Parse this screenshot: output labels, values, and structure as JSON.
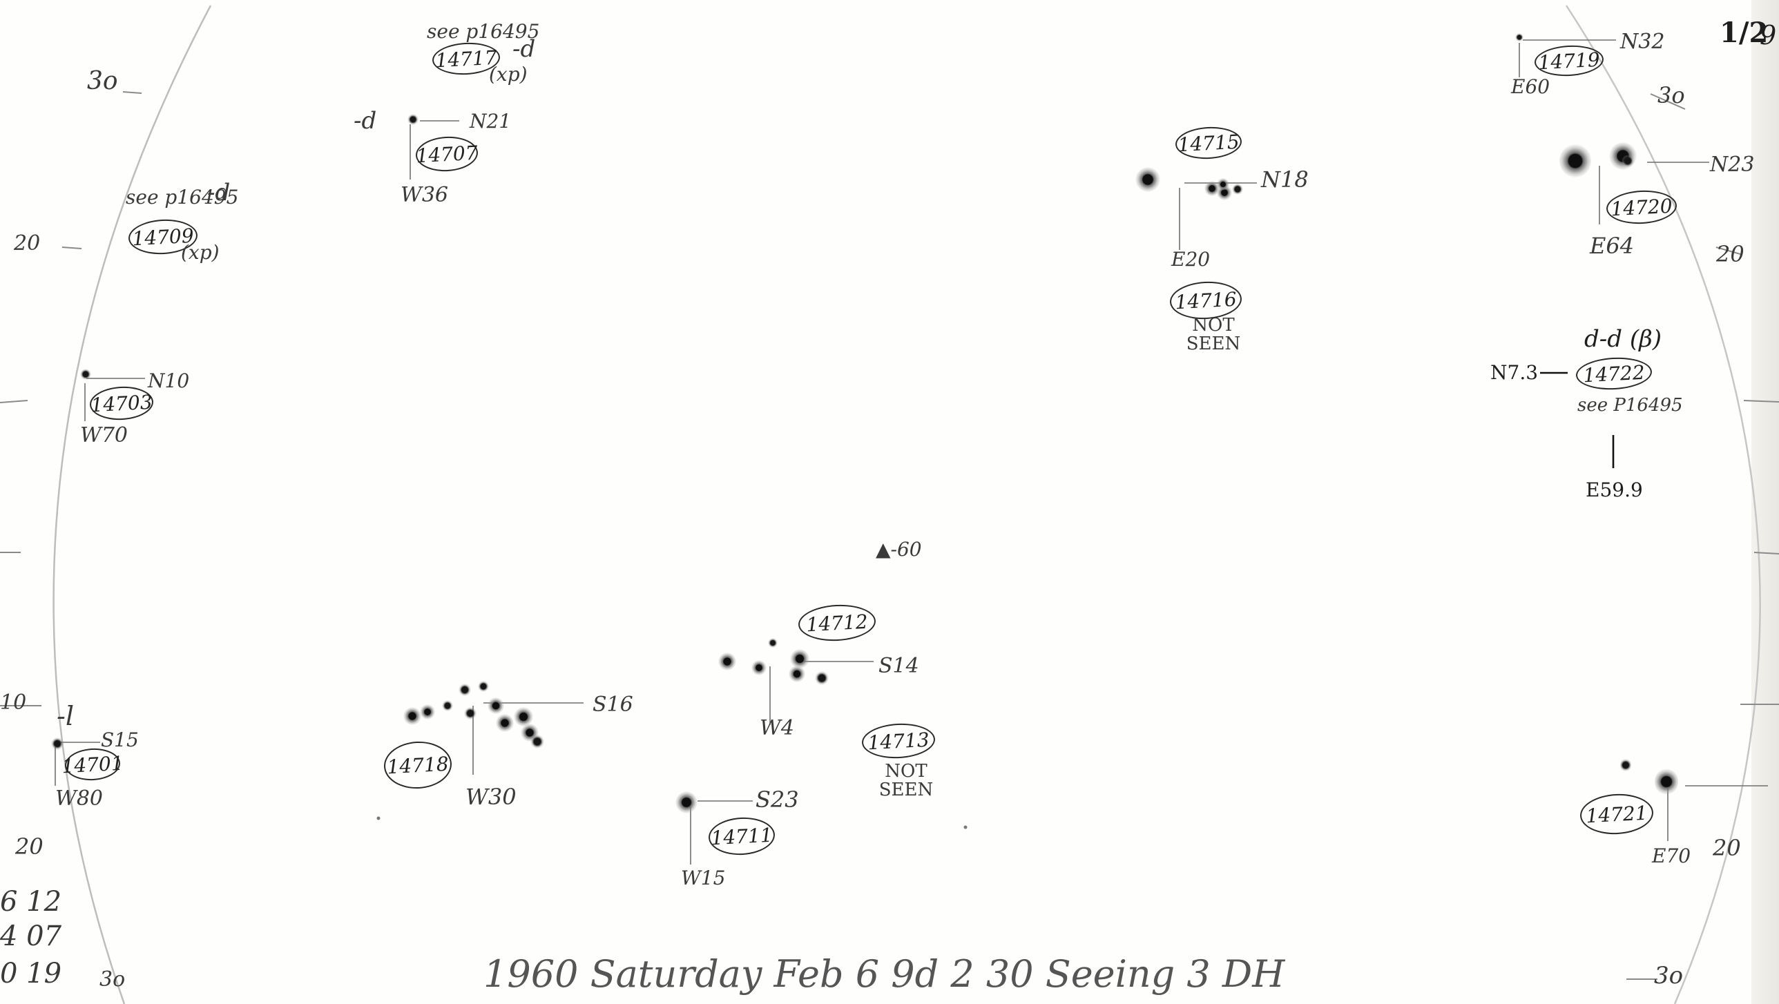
{
  "page_number": "1/2",
  "sketch_corner": "9",
  "footer_note": "1960 Saturday Feb 6 9d 2 30 Seeing 3 DH",
  "left_rim": [
    "3o",
    "20",
    "10",
    "20",
    "3o"
  ],
  "right_rim": [
    "3o",
    "20",
    "20",
    "3o"
  ],
  "left_bottom_numbers": [
    "6 12",
    "4 07",
    "0 19"
  ],
  "marker": "▲-60",
  "groups": {
    "g14717": {
      "number": "14717",
      "ref": "see p16495",
      "type": "-d",
      "note": "(xp)"
    },
    "g14707": {
      "number": "14707",
      "type": "-d",
      "lat": "N21",
      "long": "W36"
    },
    "g14709": {
      "number": "14709",
      "ref": "see p16495",
      "type": "-d",
      "note": "(xp)"
    },
    "g14703": {
      "number": "14703",
      "lat": "N10",
      "long": "W70"
    },
    "g14701": {
      "number": "14701",
      "type": "-l",
      "lat": "S15",
      "long": "W80"
    },
    "g14718": {
      "number": "14718",
      "lat": "S16",
      "long": "W30"
    },
    "g14712": {
      "number": "14712",
      "lat": "S14",
      "long": "W4"
    },
    "g14713": {
      "number": "14713",
      "status": "NOT SEEN"
    },
    "g14711": {
      "number": "14711",
      "lat": "S23",
      "long": "W15"
    },
    "g14715": {
      "number": "14715",
      "lat": "N18",
      "long": "E20"
    },
    "g14716": {
      "number": "14716",
      "status": "NOT SEEN"
    },
    "g14719": {
      "number": "14719",
      "lat": "N32",
      "long": "E60"
    },
    "g14720": {
      "number": "14720",
      "lat": "N23",
      "long": "E64"
    },
    "g14722": {
      "number": "14722",
      "type": "d-d (β)",
      "ref": "see P16495",
      "lat": "N7.3",
      "long": "E59.9"
    },
    "g14721": {
      "number": "14721",
      "long": "E70"
    }
  }
}
